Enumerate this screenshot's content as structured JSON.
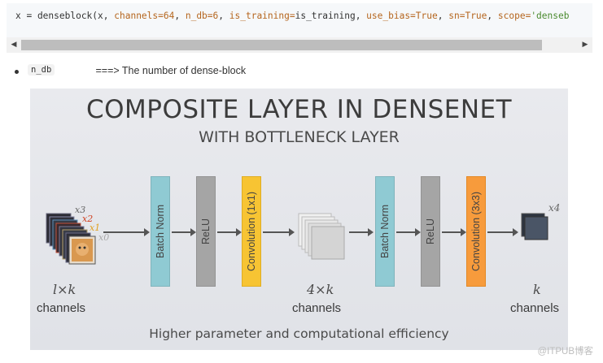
{
  "code": {
    "assign": "x = denseblock(x, ",
    "arg1_key": "channels=",
    "arg1_val": "64",
    "arg2_key": "n_db=",
    "arg2_val": "6",
    "arg3_key": "is_training=",
    "arg3_val": "is_training",
    "arg4_key": "use_bias=",
    "arg4_val": "True",
    "arg5_key": "sn=",
    "arg5_val": "True",
    "arg6_key": "scope=",
    "arg6_val": "'denseb"
  },
  "bullet": {
    "code": "n_db",
    "text": " ===> The number of dense-block"
  },
  "slide": {
    "title": "COMPOSITE LAYER IN DENSENET",
    "subtitle": "WITH BOTTLENECK LAYER",
    "layers": [
      "Batch Norm",
      "ReLU",
      "Convolution (1x1)",
      "Batch Norm",
      "ReLU",
      "Convolution (3x3)"
    ],
    "input_stack_labels": [
      "x3",
      "x2",
      "x1",
      "x0"
    ],
    "output_label": "x4",
    "left_size": "l×k",
    "mid_size": "4×k",
    "right_size": "k",
    "channels_word": "channels",
    "caption": "Higher parameter and computational efficiency"
  },
  "watermark": "@ITPUB博客",
  "colors": {
    "batch_norm": "#8fcad3",
    "relu": "#a5a5a5",
    "conv_1x1": "#f7c433",
    "conv_3x3": "#f79b3c"
  }
}
